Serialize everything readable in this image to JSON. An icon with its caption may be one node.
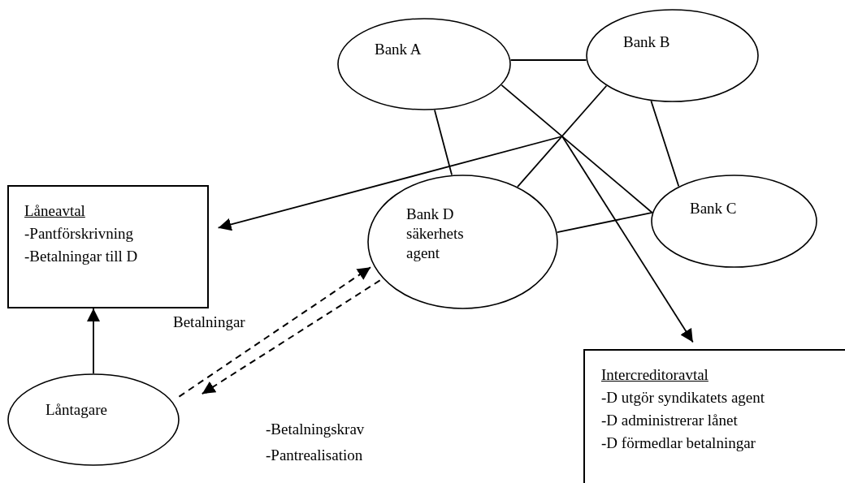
{
  "diagram": {
    "nodes": [
      {
        "text": [
          "Bank A"
        ]
      },
      {
        "text": [
          "Bank B"
        ]
      },
      {
        "text": [
          "Låneavtal",
          "-Pantförskrivning",
          "-Betalningar till D"
        ]
      },
      {
        "text": [
          "Bank D säkerhets agent"
        ]
      },
      {
        "text": [
          "Bank C"
        ]
      },
      {
        "text": [
          "Låntagare"
        ]
      },
      {
        "text": [
          "Intercreditoravtal",
          "-D utgör syndikatets agent",
          "-D administrerar lånet",
          "-D förmedlar betalningar"
        ]
      }
    ],
    "edges": [
      {
        "from": 0,
        "to": 1,
        "arrow": "none"
      },
      {
        "from": 0,
        "to": 3,
        "arrow": "none"
      },
      {
        "from": 0,
        "to": 4,
        "arrow": "none"
      },
      {
        "from": 1,
        "to": 3,
        "arrow": "none"
      },
      {
        "from": 1,
        "to": 4,
        "arrow": "none"
      },
      {
        "from": 3,
        "to": 4,
        "arrow": "none"
      },
      {
        "from": null,
        "to": 2,
        "arrow": "to"
      },
      {
        "from": null,
        "to": 6,
        "arrow": "to"
      },
      {
        "from": 5,
        "to": 2,
        "arrow": "to"
      },
      {
        "from": 5,
        "to": 3,
        "arrow": "to",
        "style": "dashed",
        "label": "Betalningar"
      },
      {
        "from": 3,
        "to": 5,
        "arrow": "to",
        "style": "dashed"
      }
    ],
    "labels": [
      "-Betalningskrav",
      "-Pantrealisation"
    ]
  }
}
